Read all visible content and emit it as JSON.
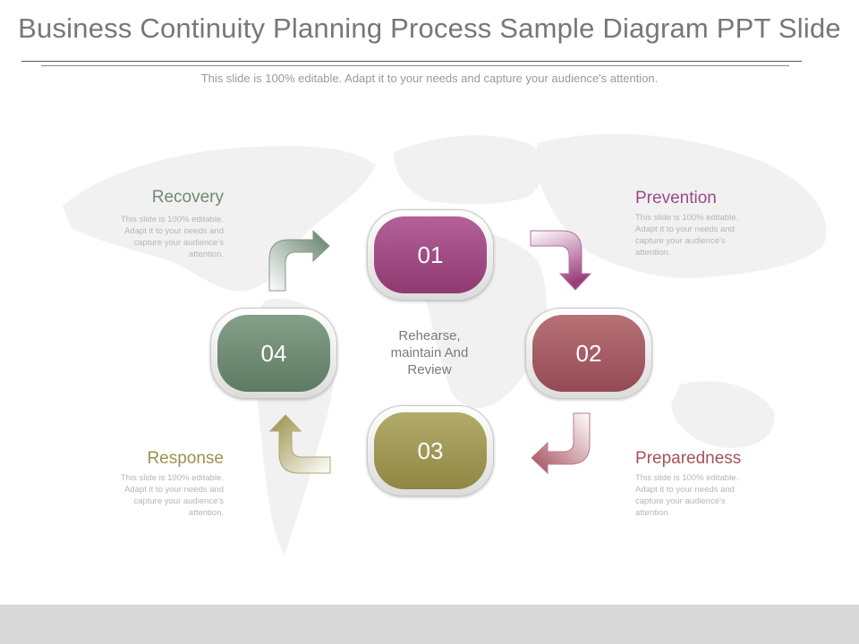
{
  "title": "Business Continuity Planning Process Sample Diagram PPT Slide",
  "subtitle": "This slide is 100% editable. Adapt it to your needs and capture your audience's attention.",
  "center_text": "Rehearse, maintain And Review",
  "steps": [
    {
      "number": "01",
      "color": "#a1467f"
    },
    {
      "number": "02",
      "color": "#a65a63"
    },
    {
      "number": "03",
      "color": "#a29a55"
    },
    {
      "number": "04",
      "color": "#6f8a72"
    }
  ],
  "labels": {
    "recovery": {
      "title": "Recovery",
      "color": "#6e8a72",
      "text": "This slide is 100% editable. Adapt it to your needs and capture your audience's attention."
    },
    "prevention": {
      "title": "Prevention",
      "color": "#9b4a84",
      "text": "This slide is 100% editable. Adapt it to your needs and capture your audience's attention."
    },
    "preparedness": {
      "title": "Preparedness",
      "color": "#a5525c",
      "text": "This slide is 100% editable. Adapt it to your needs and capture your audience's attention."
    },
    "response": {
      "title": "Response",
      "color": "#9b9350",
      "text": "This slide is 100% editable. Adapt it to your needs and capture your audience's attention."
    }
  }
}
